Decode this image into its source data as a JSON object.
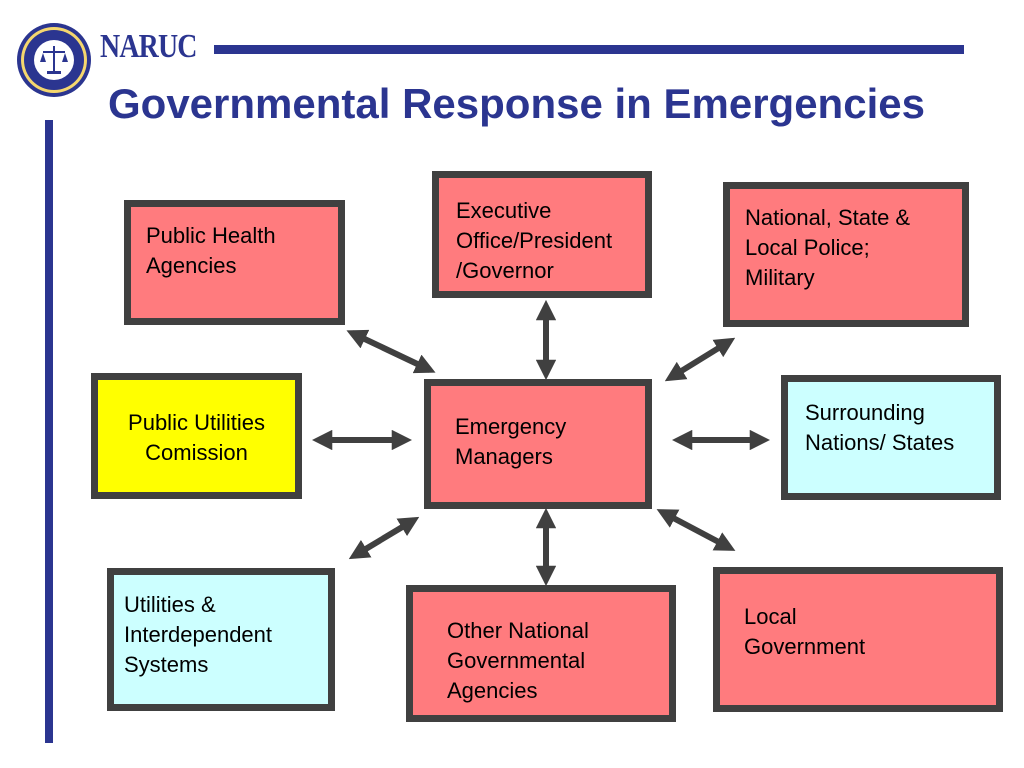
{
  "header": {
    "brand": "NARUC",
    "title": "Governmental Response in Emergencies",
    "accent_color": "#2b3590"
  },
  "diagram": {
    "center": {
      "label": "Emergency\nManagers",
      "color": "#ff7b7e"
    },
    "nodes": [
      {
        "id": "public-health",
        "label": "Public Health\nAgencies",
        "color": "#ff7b7e"
      },
      {
        "id": "executive",
        "label": "Executive\nOffice/President\n/Governor",
        "color": "#ff7b7e"
      },
      {
        "id": "police-military",
        "label": "National, State &\nLocal Police;\nMilitary",
        "color": "#ff7b7e"
      },
      {
        "id": "public-utilities",
        "label": "Public Utilities\nComission",
        "color": "#ffff00"
      },
      {
        "id": "surrounding",
        "label": "Surrounding\nNations/ States",
        "color": "#ccffff"
      },
      {
        "id": "utilities-systems",
        "label": "Utilities &\nInterdependent\nSystems",
        "color": "#ccffff"
      },
      {
        "id": "other-agencies",
        "label": "Other National\nGovernmental\nAgencies",
        "color": "#ff7b7e"
      },
      {
        "id": "local-gov",
        "label": "Local\nGovernment",
        "color": "#ff7b7e"
      }
    ],
    "arrow_color": "#404040"
  }
}
